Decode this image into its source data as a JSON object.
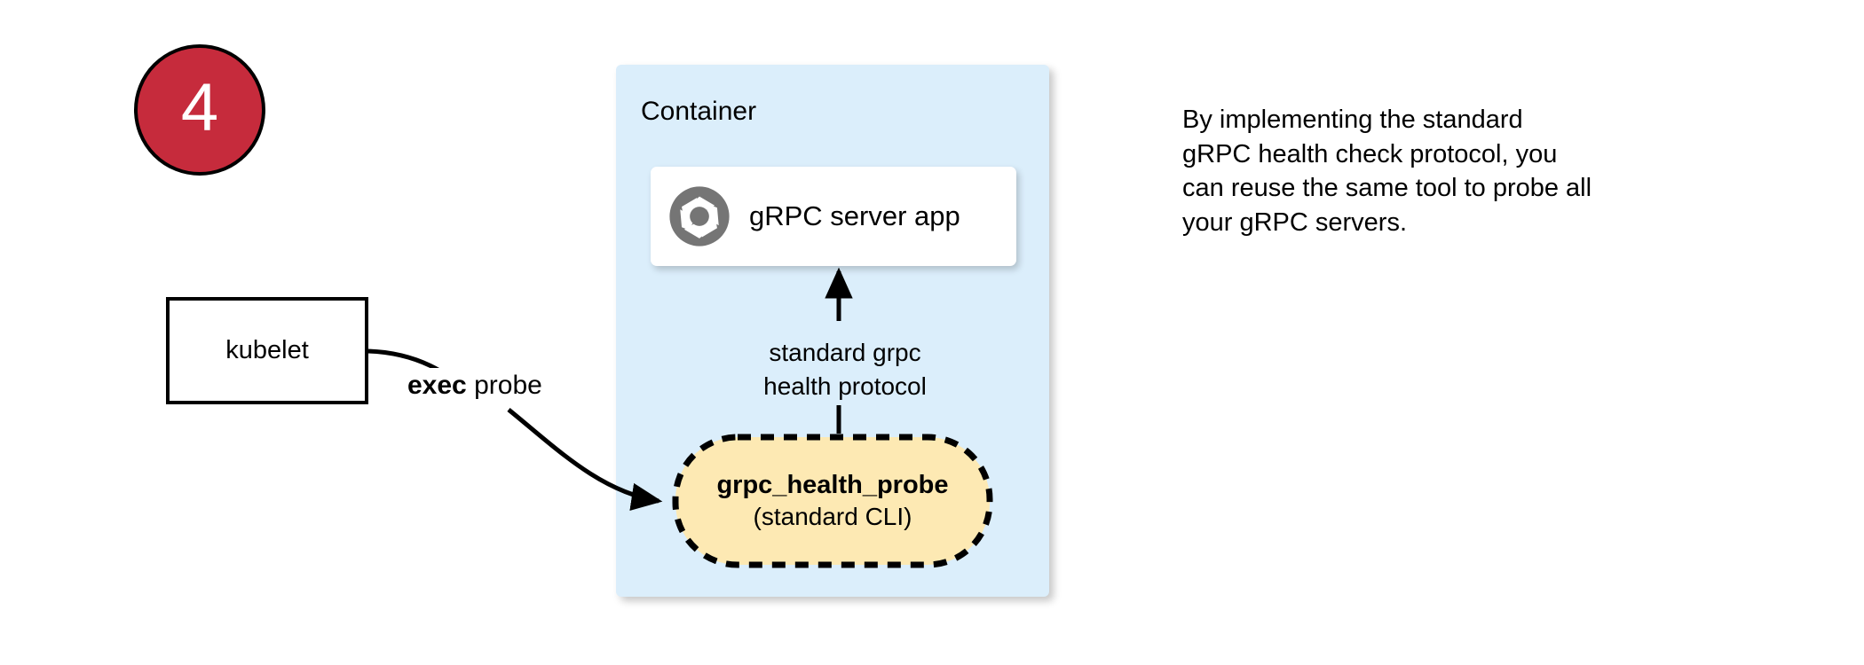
{
  "step": {
    "number": "4"
  },
  "container": {
    "label": "Container",
    "fill_color": "#dbeefb"
  },
  "server_card": {
    "icon": "aperture-icon",
    "label": "gRPC server app",
    "fill_color": "#ffffff"
  },
  "probe_node": {
    "title": "grpc_health_probe",
    "subtitle": "(standard CLI)",
    "fill_color": "#fde9b3",
    "stroke_color": "#000000",
    "stroke_style": "dashed"
  },
  "kubelet": {
    "label": "kubelet",
    "fill_color": "#ffffff",
    "stroke_color": "#000000"
  },
  "edges": {
    "exec_probe": {
      "label_bold": "exec",
      "label_rest": " probe"
    },
    "health_protocol": {
      "line1": "standard grpc",
      "line2": "health protocol"
    }
  },
  "annotation": {
    "line1": "By implementing the standard",
    "line2": "gRPC health check protocol, you",
    "line3": "can reuse the same tool to probe all",
    "line4": "your gRPC servers."
  },
  "colors": {
    "badge_red": "#c62b3c",
    "container_blue": "#dbeefb",
    "probe_yellow": "#fde9b3",
    "icon_gray": "#757575"
  }
}
